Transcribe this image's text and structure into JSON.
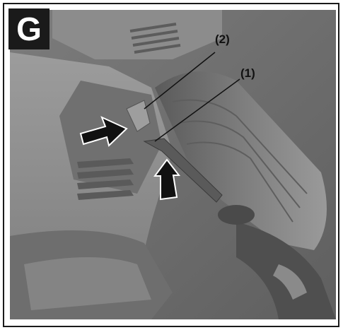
{
  "figure": {
    "badge_letter": "G",
    "callouts": [
      {
        "label": "(2)"
      },
      {
        "label": "(1)"
      }
    ]
  },
  "colors": {
    "badge_bg": "#1a1a1a",
    "tool_dark": "#6b6b6b",
    "tool_mid": "#8a8a8a",
    "tool_light": "#a9a9a9",
    "arrow": "#111111"
  }
}
